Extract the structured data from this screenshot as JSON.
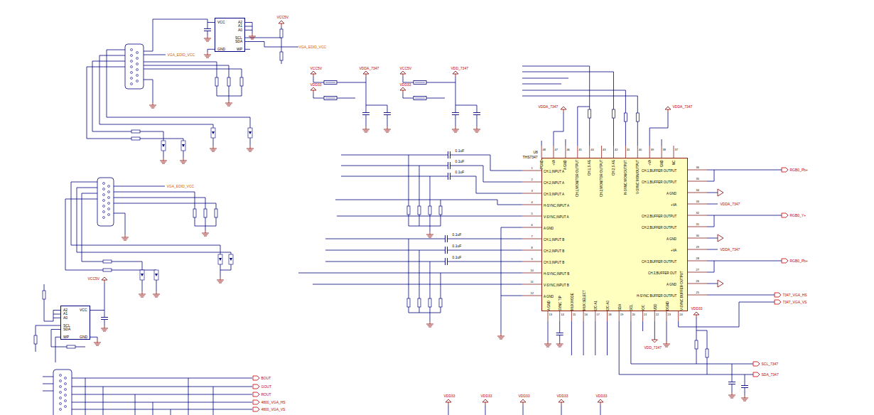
{
  "diagram": {
    "nodes": [
      {
        "text": [
          "CH.1,INPUT A",
          "CH.2,INPUT A",
          "CH.3,INPUT A",
          "H-SYNC,INPUT A",
          "V-SYNC,INPUT A",
          "A GND",
          "CH.1,INPUT B",
          "CH.2,INPUT B",
          "CH.3,INPUT B",
          "H-SYNC,INPUT B",
          "V-SYNC,INPUT B",
          "A GND",
          "A GND",
          "SYNC TIP",
          "MUX MODE",
          "MUX SELECT",
          "I2C-A1",
          "I2C-A0",
          "SDA",
          "SCL",
          "IOC",
          "VDD",
          "DGND",
          "V-SYNC BUFFER OUTPUT",
          "H-SYNC BUFFER OUTPUT",
          "A GND",
          "CH.3,BUFFER OUT",
          "CH.3,BUFFER OUTPUT",
          "+VA",
          "A GND",
          "CH.2,BUFFER OUTPUT",
          "CH.2,BUFFER OUTPUT",
          "+VA",
          "A GND",
          "CH.1,BUFFER OUTPUT",
          "CH.1,BUFFER OUTPUT",
          "NC",
          "GND",
          "+VA",
          "V-SYNC MON/OUTPUT",
          "H-SYNC MON/OUTPUT",
          "CH.2,S.AG",
          "CH.2,MONITOR OUTPUT",
          "CH.1,S.AG",
          "CH.1,MONITOR OUTPUT",
          "A GND",
          "+VA",
          "PGND"
        ]
      },
      {
        "text": [
          "VCC",
          "A2",
          "A1",
          "A0",
          "SCL",
          "SDA",
          "GND",
          "WP"
        ]
      },
      {
        "text": [
          "VCC",
          "A2",
          "A1",
          "A0",
          "SCL",
          "SDA",
          "GND",
          "WP"
        ]
      }
    ],
    "labels": [
      "1",
      "2",
      "3",
      "4",
      "5",
      "6",
      "7",
      "8",
      "9",
      "10",
      "11",
      "12",
      "13",
      "14",
      "15",
      "16",
      "17",
      "18",
      "19",
      "20",
      "21",
      "22",
      "23",
      "24",
      "25",
      "26",
      "27",
      "28",
      "29",
      "30",
      "31",
      "32",
      "33",
      "34",
      "35",
      "36",
      "37",
      "38",
      "39",
      "40",
      "41",
      "42",
      "43",
      "44",
      "45",
      "46",
      "47",
      "48",
      "U8",
      "THS7347",
      "VCC5V",
      "VDD33",
      "VDDA_7347",
      "VCC5V",
      "VDD33",
      "VDD_7347",
      "VDDA_7347",
      "VDDA_7347",
      "RGB0_Pb+",
      "RGB0_Y+",
      "RGB0_Pb+",
      "7347_VGA_HS",
      "7347_VGA_VS",
      "SCL_7347",
      "SDA_7347",
      "VDDA_7347",
      "VDDA_7347",
      "VDD33",
      "VDD_7347",
      "VCC5V",
      "VCC5V",
      "BOUT",
      "GOUT",
      "ROUT",
      "4800_VGA_HS",
      "4800_VGA_VS",
      "VDD33",
      "VDD33",
      "VDD33",
      "VDD33",
      "VDD33",
      "0.1uF",
      "0.1uF",
      "0.1uF",
      "0.1uF",
      "0.1uF",
      "0.1uF",
      "VGA_EDID_VCC",
      "VGA_EDID_VCC",
      "VGA_EDID_VCC"
    ]
  }
}
